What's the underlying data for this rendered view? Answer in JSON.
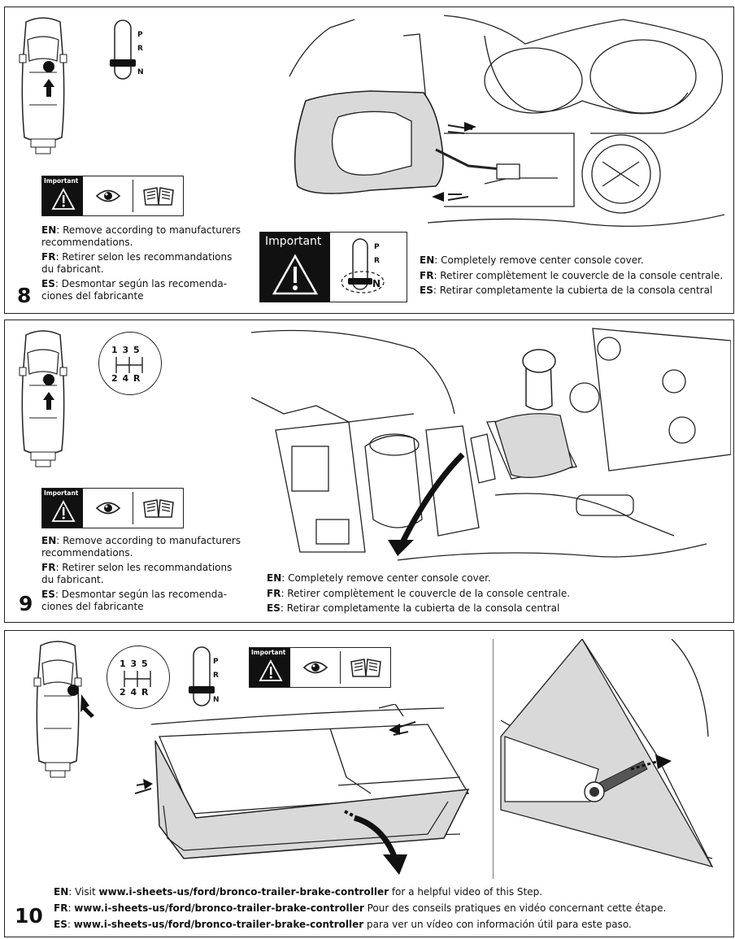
{
  "steps": [
    {
      "number": "8",
      "important_label": "Important",
      "note": {
        "en_label": "EN",
        "en": "Remove according to manufacturers recommendations.",
        "fr_label": "FR",
        "fr": "Retirer selon les recommandations du fabricant.",
        "es_label": "ES",
        "es": "Desmontar según las recomenda- ciones del fabricante"
      },
      "gear_letters": [
        "P",
        "R",
        "N"
      ],
      "box_important_label": "Important",
      "instruction": {
        "en_label": "EN",
        "en": "Completely remove center console cover.",
        "fr_label": "FR",
        "fr": "Retirer complètement le couvercle de la console centrale.",
        "es_label": "ES",
        "es": "Retirar completamente la cubierta de la consola central"
      }
    },
    {
      "number": "9",
      "important_label": "Important",
      "note": {
        "en_label": "EN",
        "en": "Remove according to manufacturers recommendations.",
        "fr_label": "FR",
        "fr": "Retirer selon les recommandations du fabricant.",
        "es_label": "ES",
        "es": "Desmontar según las recomenda- ciones del fabricante"
      },
      "shift_pattern": {
        "top": "1 3 5",
        "bottom": "2 4 R"
      },
      "instruction": {
        "en_label": "EN",
        "en": "Completely remove center console cover.",
        "fr_label": "FR",
        "fr": "Retirer complètement le couvercle de la console centrale.",
        "es_label": "ES",
        "es": "Retirar completamente la cubierta de la consola central"
      }
    },
    {
      "number": "10",
      "important_label": "Important",
      "shift_pattern": {
        "top": "1 3 5",
        "bottom": "2 4 R"
      },
      "gear_letters": [
        "P",
        "R",
        "N"
      ],
      "instruction": {
        "en_label": "EN",
        "en_pre": "Visit ",
        "url": "www.i-sheets-us/ford/bronco-trailer-brake-controller",
        "en_post": " for a helpful video of this Step.",
        "fr_label": "FR",
        "fr_post": " Pour des conseils pratiques en vidéo concernant cette étape.",
        "es_label": "ES",
        "es_post": " para ver un vídeo con información útil para este paso."
      }
    }
  ],
  "colors": {
    "ink": "#111111",
    "panel_gray": "#d9d9d9",
    "white": "#ffffff"
  },
  "icons": [
    "vehicle-top-view-icon",
    "shifter-prn-icon",
    "shift-pattern-icon",
    "warning-triangle-icon",
    "eye-icon",
    "manual-book-icon",
    "arrow-icon"
  ]
}
